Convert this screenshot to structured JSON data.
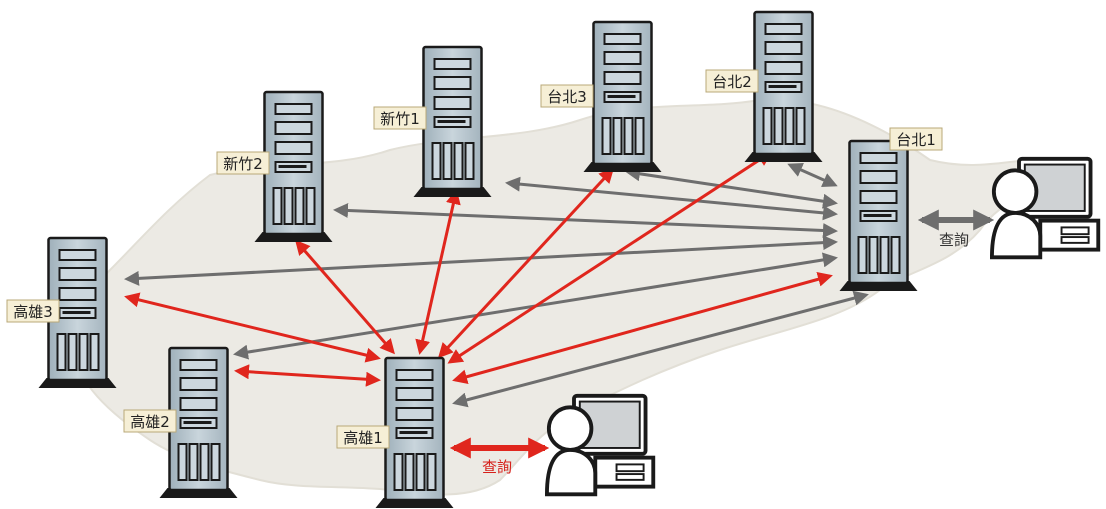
{
  "colors": {
    "red_link": "#e0261d",
    "gray_link": "#6e6e6e",
    "label_bg": "#f6efd6",
    "label_border": "#b9a878",
    "server_body": "#bac7cf",
    "map_fill": "#eceae4"
  },
  "servers": [
    {
      "id": "taipei1",
      "label": "台北1"
    },
    {
      "id": "taipei2",
      "label": "台北2"
    },
    {
      "id": "taipei3",
      "label": "台北3"
    },
    {
      "id": "hsinchu1",
      "label": "新竹1"
    },
    {
      "id": "hsinchu2",
      "label": "新竹2"
    },
    {
      "id": "kaohsiung3",
      "label": "高雄3"
    },
    {
      "id": "kaohsiung2",
      "label": "高雄2"
    },
    {
      "id": "kaohsiung1",
      "label": "高雄1"
    }
  ],
  "clients": [
    {
      "id": "client-kaohsiung",
      "query_label": "查詢",
      "link": "red"
    },
    {
      "id": "client-taipei",
      "query_label": "查詢",
      "link": "gray"
    }
  ],
  "links": {
    "red_from": "kaohsiung1",
    "red_to": [
      "taipei1",
      "taipei2",
      "taipei3",
      "hsinchu1",
      "hsinchu2",
      "kaohsiung3",
      "kaohsiung2"
    ],
    "gray_from": "taipei1",
    "gray_to": [
      "taipei2",
      "taipei3",
      "hsinchu1",
      "hsinchu2",
      "kaohsiung3",
      "kaohsiung2",
      "kaohsiung1"
    ]
  },
  "icons": {
    "server": "server-tower-icon",
    "client": "user-at-computer-icon"
  }
}
